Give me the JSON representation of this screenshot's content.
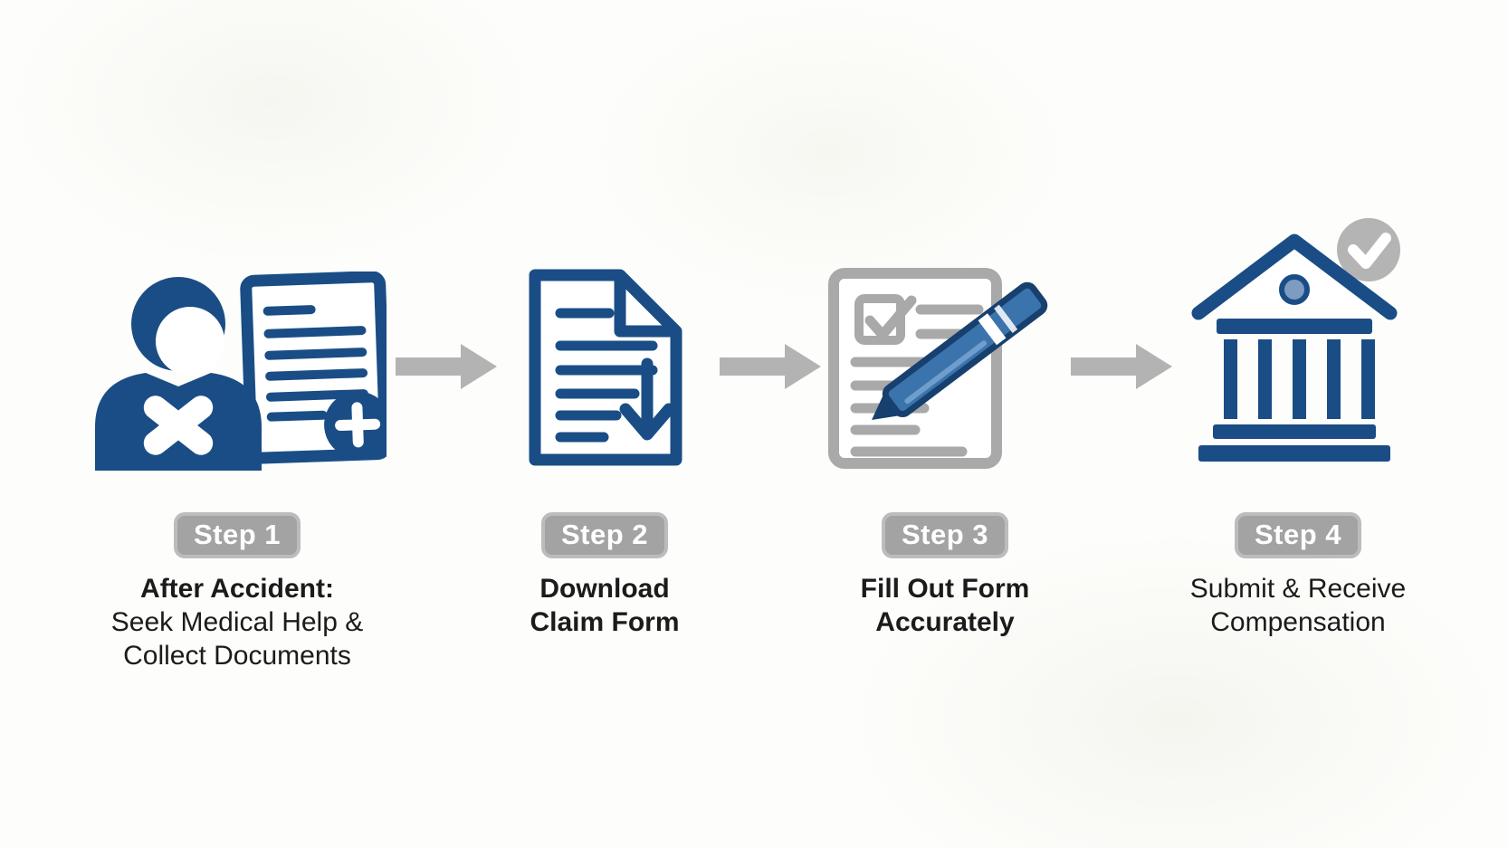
{
  "colors": {
    "navy": "#1a4d85",
    "pencil_blue": "#3b74ad",
    "pencil_outline": "#17406e",
    "form_gray": "#a9a9a9",
    "arrow_gray": "#b3b3b3",
    "badge_gray": "#a3a3a3",
    "check_circle_gray": "#b4b4b4",
    "pediment_dot_blue": "#7d9cc0",
    "text": "#1b1b1b",
    "background": "#fdfdfb"
  },
  "steps": [
    {
      "badge": "Step 1",
      "icon": "injured-person-with-medical-document-icon",
      "lines": [
        "After Accident:",
        "Seek Medical Help &",
        "Collect Documents"
      ]
    },
    {
      "badge": "Step 2",
      "icon": "download-claim-form-document-icon",
      "lines": [
        "Download",
        "Claim Form"
      ]
    },
    {
      "badge": "Step 3",
      "icon": "form-checkbox-pencil-icon",
      "lines": [
        "Fill Out Form",
        "Accurately"
      ]
    },
    {
      "badge": "Step 4",
      "icon": "bank-building-with-checkmark-icon",
      "lines": [
        "Submit & Receive",
        "Compensation"
      ]
    }
  ],
  "arrows": [
    "right-arrow",
    "right-arrow",
    "right-arrow"
  ]
}
